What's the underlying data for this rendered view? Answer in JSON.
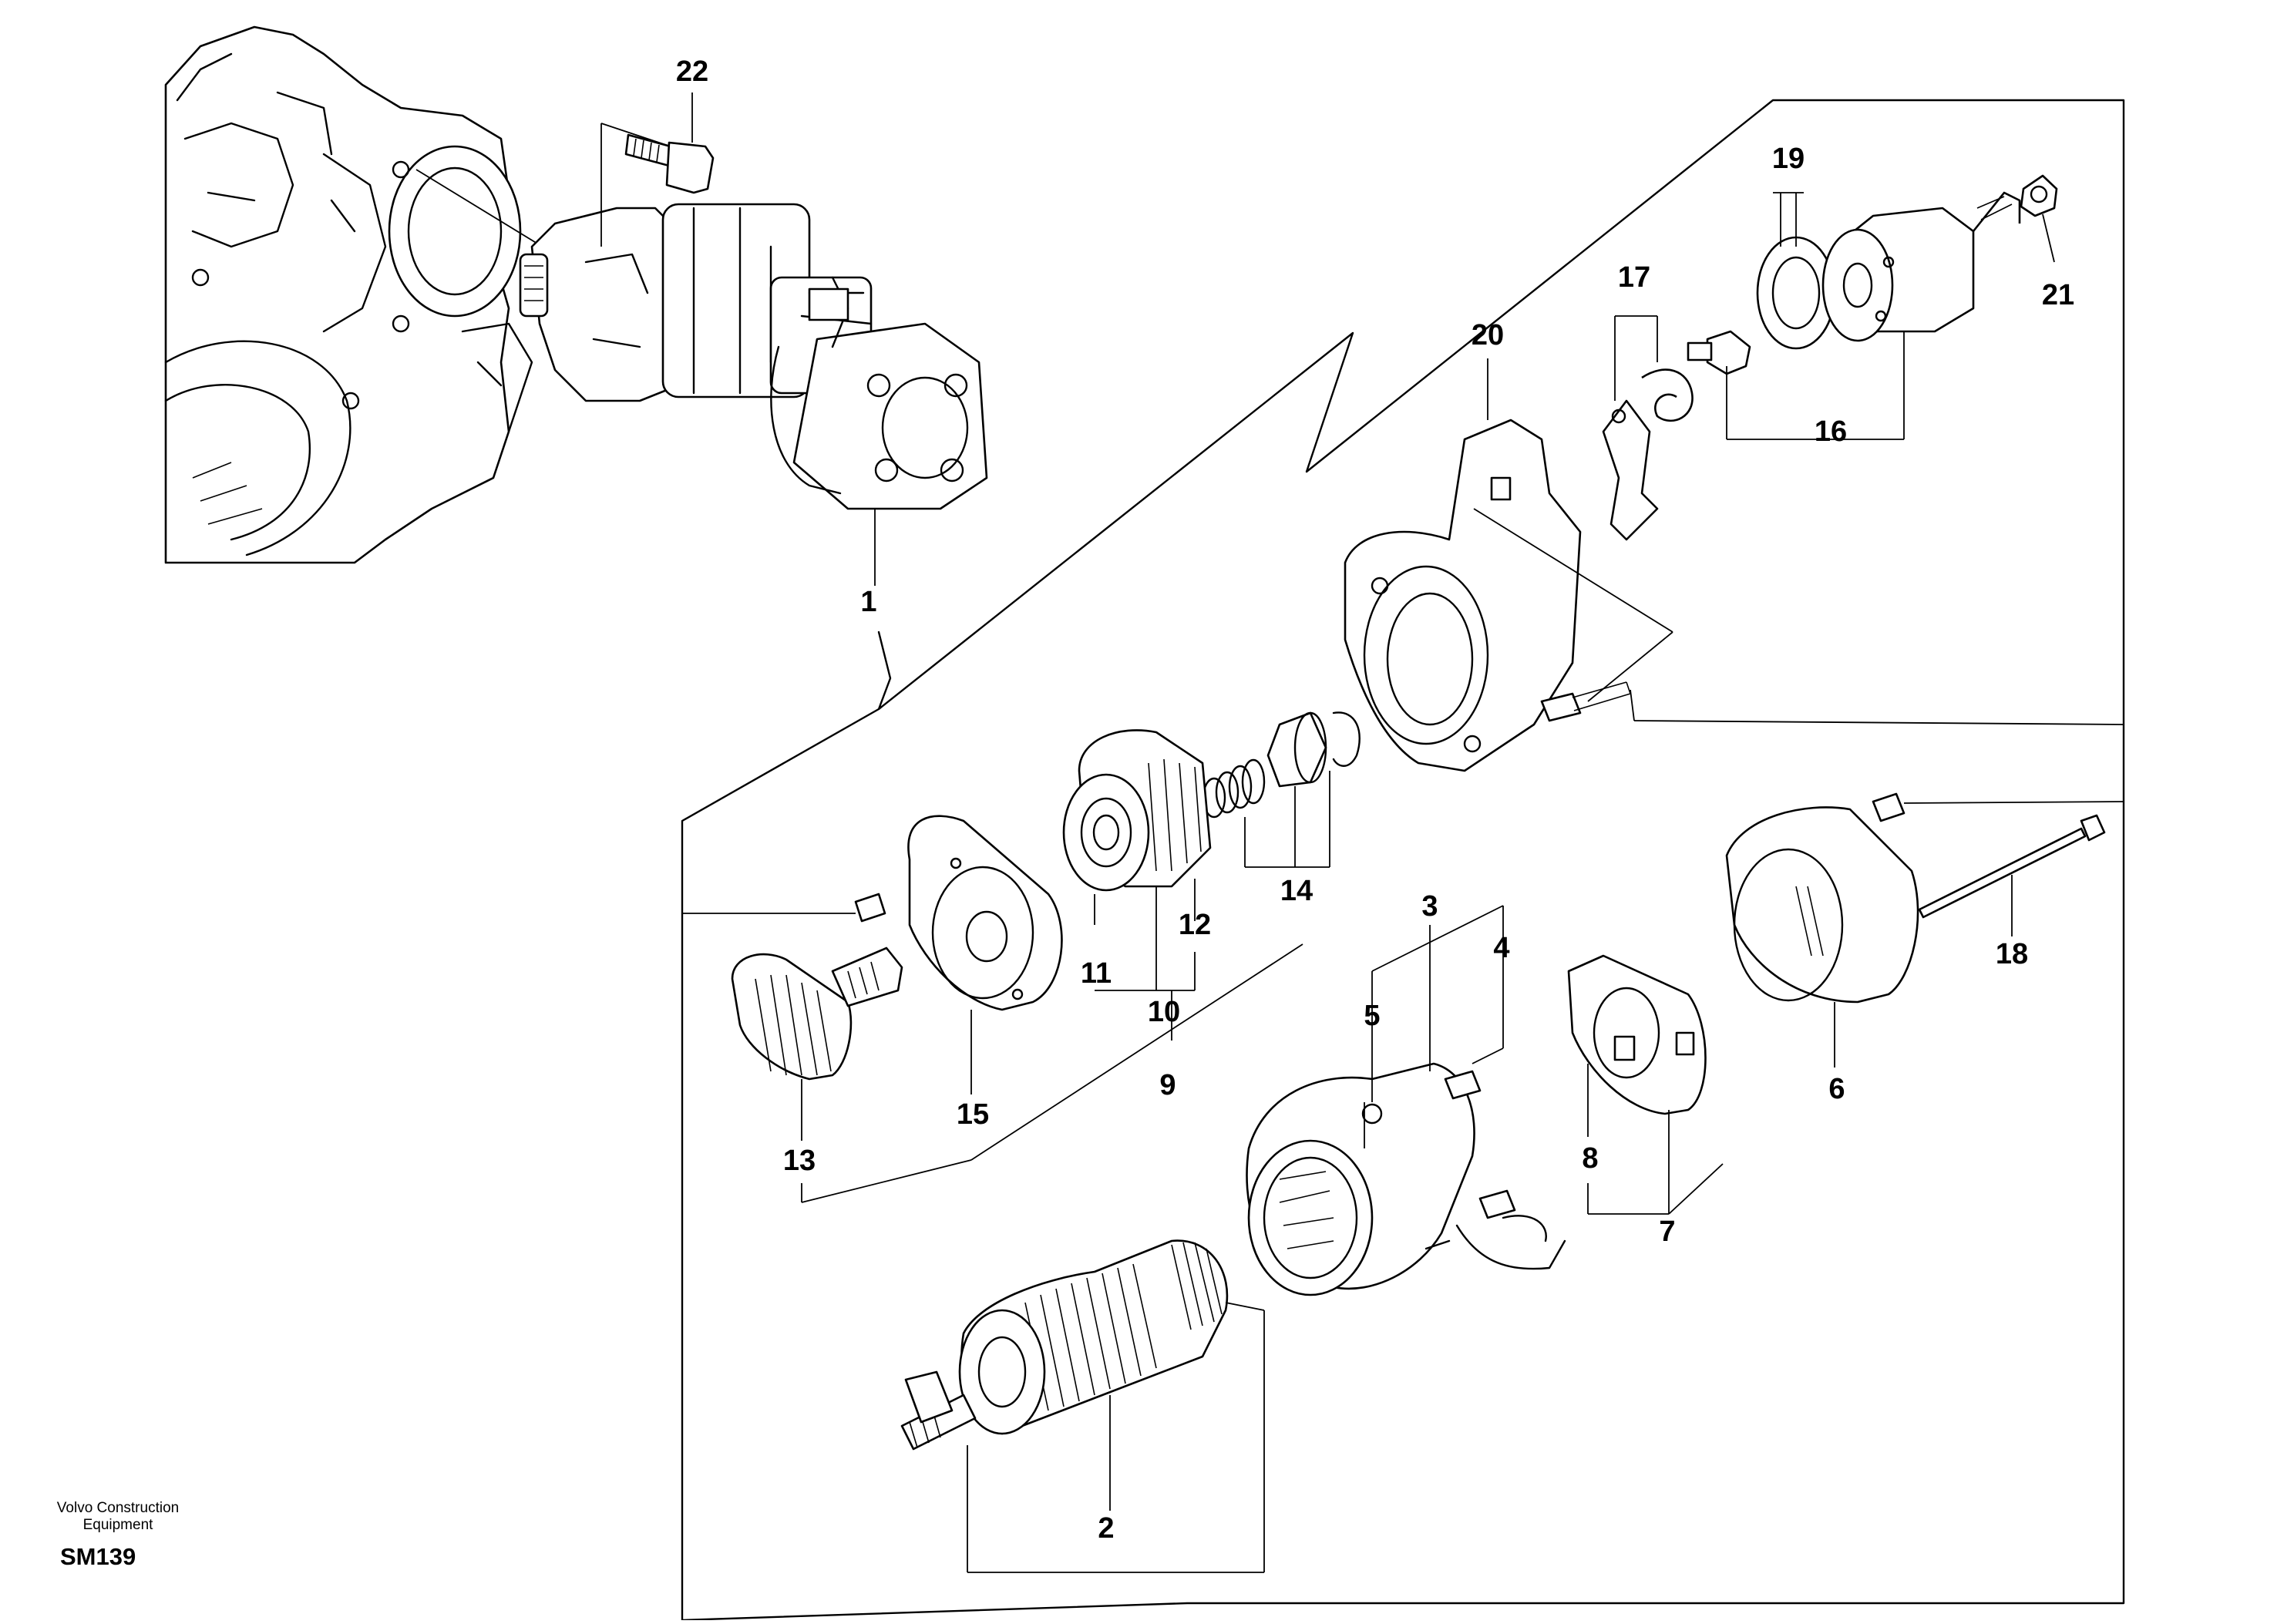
{
  "callouts": {
    "1": "1",
    "2": "2",
    "3": "3",
    "4": "4",
    "5": "5",
    "6": "6",
    "7": "7",
    "8": "8",
    "9": "9",
    "10": "10",
    "11": "11",
    "12": "12",
    "13": "13",
    "14": "14",
    "15": "15",
    "16": "16",
    "17": "17",
    "18": "18",
    "19": "19",
    "20": "20",
    "21": "21",
    "22": "22"
  },
  "credit": {
    "line1": "Volvo Construction",
    "line2": "Equipment"
  },
  "code": "SM139"
}
